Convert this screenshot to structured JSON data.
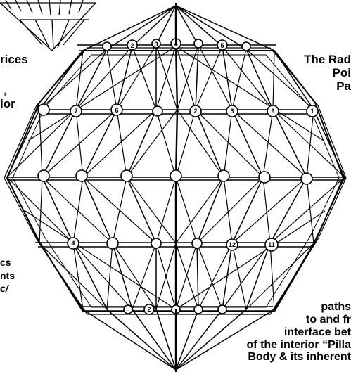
{
  "left_margin_text": {
    "line1": "rices",
    "line2": "t",
    "line3": "ior",
    "line4": "cs",
    "line5": "nts",
    "line6": "c/"
  },
  "right_header_text": {
    "line1": "The Rad",
    "line2": "Poi",
    "line3": "Pa"
  },
  "bottom_right_text": {
    "line1": "paths",
    "line2": "to and fr",
    "line3": "interface bet",
    "line4": "of the interior “Pilla",
    "line5": "Body & its inherent"
  },
  "node_labels": {
    "top_row": [
      "2",
      "3",
      "4",
      "5"
    ],
    "upper_row": [
      "7",
      "6",
      "2",
      "3",
      "9",
      "1"
    ],
    "lower_row": [
      "4",
      "12",
      "11"
    ],
    "bottom_row": [
      "2"
    ]
  },
  "colors": {
    "ink": "#000000",
    "paper": "#ffffff"
  }
}
